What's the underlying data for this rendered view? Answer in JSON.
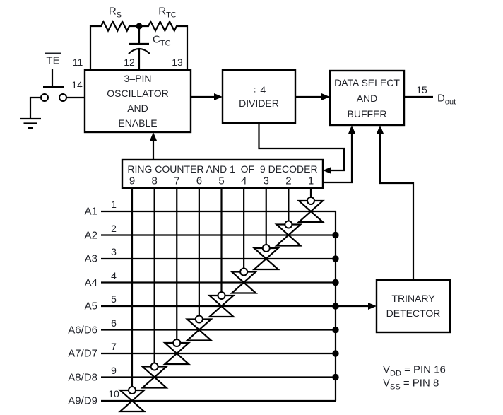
{
  "colors": {
    "line": "#000000",
    "text": "#1e2027",
    "background": "#ffffff"
  },
  "rc_network": {
    "rs": {
      "main": "R",
      "sub": "S"
    },
    "rtc": {
      "main": "R",
      "sub": "TC"
    },
    "ctc": {
      "main": "C",
      "sub": "TC"
    },
    "pin11": "11",
    "pin12": "12",
    "pin13": "13"
  },
  "te_switch": {
    "label": "TE",
    "pin": "14"
  },
  "blocks": {
    "oscillator": {
      "lines": [
        "3–PIN",
        "OSCILLATOR",
        "AND",
        "ENABLE"
      ]
    },
    "divider": {
      "lines": [
        "÷ 4",
        "DIVIDER"
      ]
    },
    "data_select": {
      "lines": [
        "DATA SELECT",
        "AND",
        "BUFFER"
      ]
    },
    "ring_counter": {
      "title": "RING COUNTER AND 1–OF–9 DECODER",
      "outputs": [
        "9",
        "8",
        "7",
        "6",
        "5",
        "4",
        "3",
        "2",
        "1"
      ]
    },
    "trinary_detector": {
      "lines": [
        "TRINARY",
        "DETECTOR"
      ]
    }
  },
  "output": {
    "pin": "15",
    "label": {
      "main": "D",
      "sub": "out"
    }
  },
  "matrix": {
    "rows": [
      {
        "label": "A1",
        "pin": "1"
      },
      {
        "label": "A2",
        "pin": "2"
      },
      {
        "label": "A3",
        "pin": "3"
      },
      {
        "label": "A4",
        "pin": "4"
      },
      {
        "label": "A5",
        "pin": "5"
      },
      {
        "label": "A6/D6",
        "pin": "6"
      },
      {
        "label": "A7/D7",
        "pin": "7"
      },
      {
        "label": "A8/D8",
        "pin": "9"
      },
      {
        "label": "A9/D9",
        "pin": "10"
      }
    ]
  },
  "notes": [
    {
      "main": "V",
      "sub": "DD",
      "rest": " = PIN 16"
    },
    {
      "main": "V",
      "sub": "SS",
      "rest": " = PIN 8"
    }
  ]
}
